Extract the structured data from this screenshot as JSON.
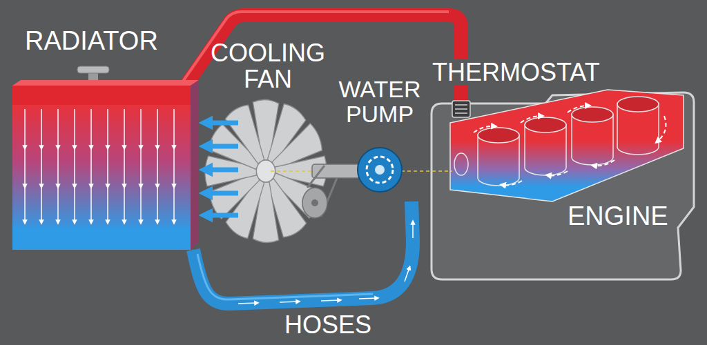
{
  "diagram": {
    "labels": [
      "RADIATOR",
      "COOLING FAN",
      "WATER PUMP",
      "THERMOSTAT",
      "ENGINE",
      "HOSES"
    ]
  }
}
